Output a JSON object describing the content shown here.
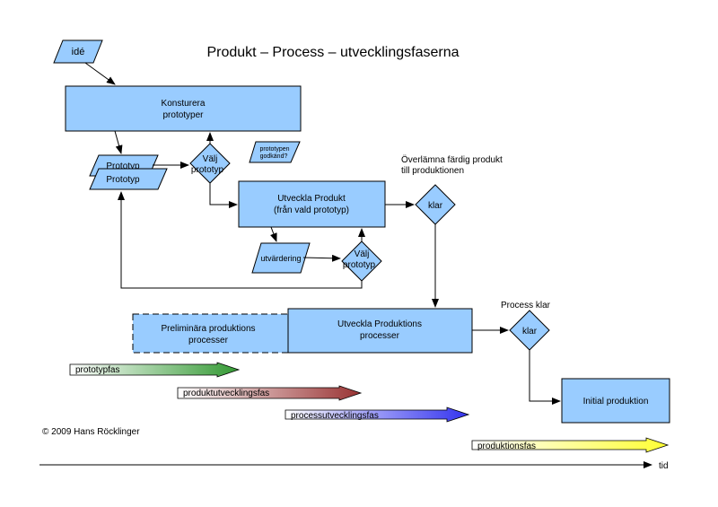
{
  "title": "Produkt – Process – utvecklingsfaserna",
  "nodes": {
    "ide": "idé",
    "konsturera_1": "Konsturera",
    "konsturera_2": "prototyper",
    "prototyp_1": "Prototyp",
    "prototyp_2": "Prototyp",
    "valj_1a": "Välj",
    "valj_1b": "prototyp",
    "godkand_1": "prototypen",
    "godkand_2": "godkänd?",
    "utveckla_produkt_1": "Utveckla Produkt",
    "utveckla_produkt_2": "(från vald prototyp)",
    "overlamna_1": "Överlämna färdig produkt",
    "overlamna_2": "till produktionen",
    "klar_1": "klar",
    "utvardering": "utvärdering",
    "valj_2a": "Välj",
    "valj_2b": "prototyp",
    "prelim_1": "Preliminära produktions",
    "prelim_2": "processer",
    "utv_proc_1": "Utveckla Produktions",
    "utv_proc_2": "processer",
    "process_klar": "Process klar",
    "klar_2": "klar",
    "initial": "Initial produktion"
  },
  "phases": {
    "prototypfas": "prototypfas",
    "produktutvecklingsfas": "produktutvecklingsfas",
    "processutvecklingsfas": "processutvecklingsfas",
    "produktionsfas": "produktionsfas"
  },
  "colors": {
    "box": "#99ccff",
    "prototypfas": "#339933",
    "produktutvecklingsfas": "#993333",
    "processutvecklingsfas": "#3333ee",
    "produktionsfas": "#ffff33"
  },
  "copyright": "© 2009 Hans Röcklinger",
  "axis_label": "tid"
}
